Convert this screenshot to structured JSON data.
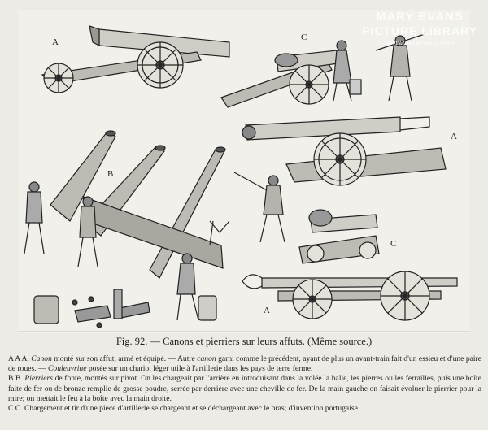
{
  "watermark": {
    "line1": "MARY EVANS",
    "line2": "PICTURE LIBRARY",
    "line3": "www.maryevans.com"
  },
  "plate_letters": {
    "a_top_left": "A",
    "c_top_mid": "C",
    "a_mid_right": "A",
    "b_mid_left": "B",
    "c_mid_right": "C",
    "a_bottom": "A"
  },
  "caption": {
    "fig": "Fig. 92.",
    "dash": " — ",
    "title": "Canons et pierriers sur leurs affuts.",
    "source": " (Même source.)"
  },
  "legend": {
    "p1_label": "A A A.",
    "p1_term1": "Canon",
    "p1_text1": " monté sur son affut, armé et équipé. — Autre ",
    "p1_term2": "canon",
    "p1_text2": " garni comme le précédent, ayant de plus un avant-train fait d'un essieu et d'une paire de roues. — ",
    "p1_term3": "Couleuvrine",
    "p1_text3": " posée sur un chariot léger utile à l'artillerie dans les pays de terre ferme.",
    "p2_label": "B B.",
    "p2_term1": "Pierriers",
    "p2_text1": " de fonte, montés sur pivot. On les chargeait par l'arrière en introduisant dans la volée la balle, les pierres ou les ferrailles, puis une boîte faite de fer ou de bronze remplie de grosse poudre, serrée par derrière avec une cheville de fer. De la main gauche on faisait évoluer le pierrier pour la mire; on mettait le feu à la boîte avec la main droite.",
    "p3_label": "C C.",
    "p3_text1": " Chargement et tir d'une pièce d'artillerie se chargeant et se déchargeant avec le bras; d'invention portugaise."
  }
}
